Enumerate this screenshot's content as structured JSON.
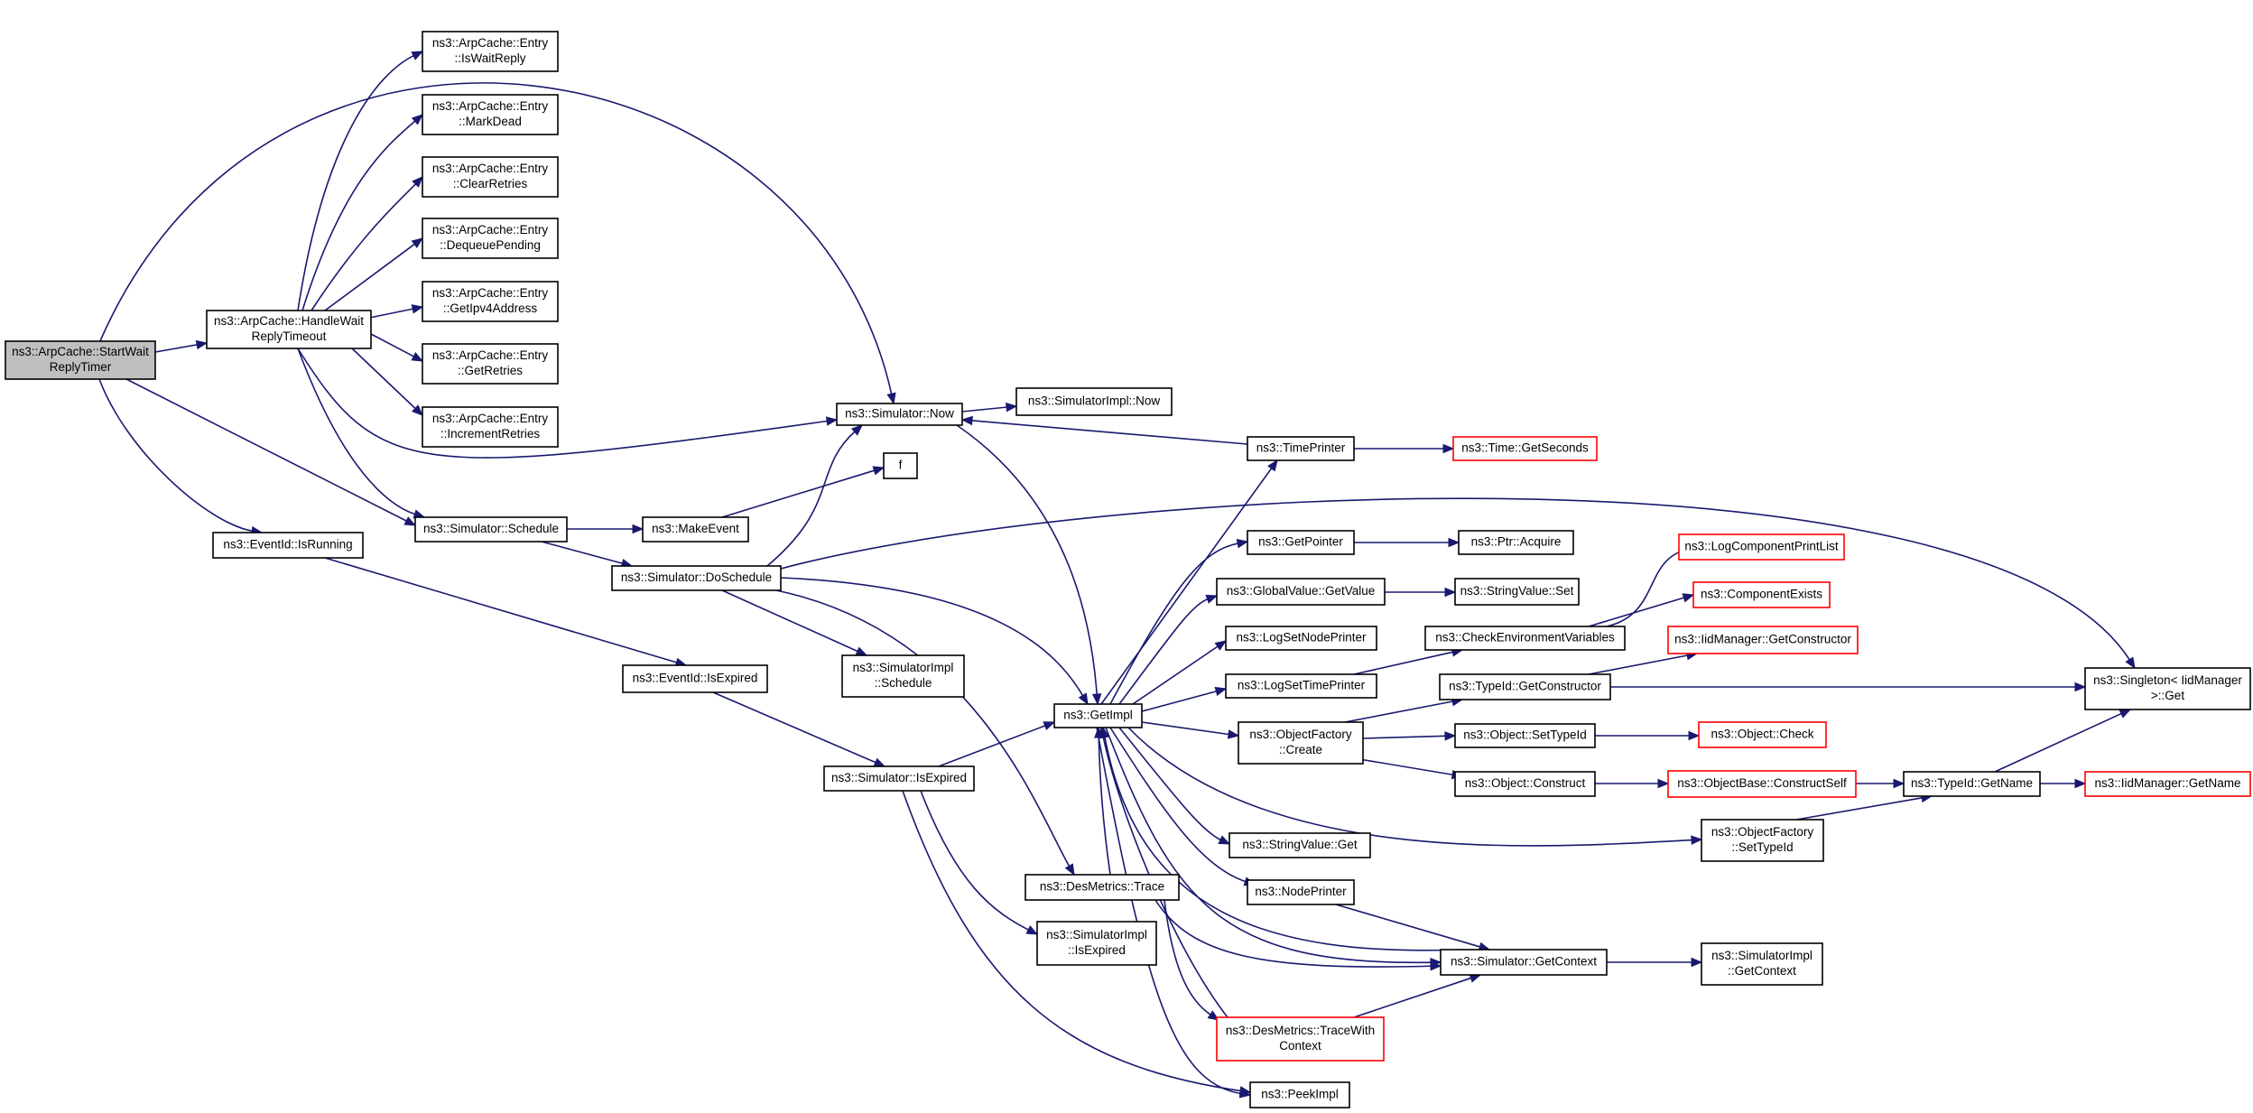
{
  "colors": {
    "edge": "#191970",
    "root_fill": "#bfbfbf",
    "red_border": "#ff0000"
  },
  "nodes": [
    {
      "id": "root",
      "lines": [
        "ns3::ArpCache::StartWait",
        "ReplyTimer"
      ],
      "style": "root"
    },
    {
      "id": "hwrt",
      "lines": [
        "ns3::ArpCache::HandleWait",
        "ReplyTimeout"
      ]
    },
    {
      "id": "iswait",
      "lines": [
        "ns3::ArpCache::Entry",
        "::IsWaitReply"
      ]
    },
    {
      "id": "markdead",
      "lines": [
        "ns3::ArpCache::Entry",
        "::MarkDead"
      ]
    },
    {
      "id": "clearret",
      "lines": [
        "ns3::ArpCache::Entry",
        "::ClearRetries"
      ]
    },
    {
      "id": "dequeue",
      "lines": [
        "ns3::ArpCache::Entry",
        "::DequeuePending"
      ]
    },
    {
      "id": "getipv4",
      "lines": [
        "ns3::ArpCache::Entry",
        "::GetIpv4Address"
      ]
    },
    {
      "id": "getret",
      "lines": [
        "ns3::ArpCache::Entry",
        "::GetRetries"
      ]
    },
    {
      "id": "incret",
      "lines": [
        "ns3::ArpCache::Entry",
        "::IncrementRetries"
      ]
    },
    {
      "id": "simnow",
      "lines": [
        "ns3::Simulator::Now"
      ]
    },
    {
      "id": "implnow",
      "lines": [
        "ns3::SimulatorImpl::Now"
      ]
    },
    {
      "id": "timeprinter",
      "lines": [
        "ns3::TimePrinter"
      ]
    },
    {
      "id": "getseconds",
      "lines": [
        "ns3::Time::GetSeconds"
      ],
      "style": "red"
    },
    {
      "id": "f",
      "lines": [
        "f"
      ]
    },
    {
      "id": "schedule",
      "lines": [
        "ns3::Simulator::Schedule"
      ]
    },
    {
      "id": "makeevent",
      "lines": [
        "ns3::MakeEvent"
      ]
    },
    {
      "id": "doschedule",
      "lines": [
        "ns3::Simulator::DoSchedule"
      ]
    },
    {
      "id": "isrunning",
      "lines": [
        "ns3::EventId::IsRunning"
      ]
    },
    {
      "id": "isexpired_ev",
      "lines": [
        "ns3::EventId::IsExpired"
      ]
    },
    {
      "id": "implschedule",
      "lines": [
        "ns3::SimulatorImpl",
        "::Schedule"
      ]
    },
    {
      "id": "getimpl",
      "lines": [
        "ns3::GetImpl"
      ]
    },
    {
      "id": "simisexpired",
      "lines": [
        "ns3::Simulator::IsExpired"
      ]
    },
    {
      "id": "getpointer",
      "lines": [
        "ns3::GetPointer"
      ]
    },
    {
      "id": "ptracquire",
      "lines": [
        "ns3::Ptr::Acquire"
      ]
    },
    {
      "id": "gvgetvalue",
      "lines": [
        "ns3::GlobalValue::GetValue"
      ]
    },
    {
      "id": "strvalset",
      "lines": [
        "ns3::StringValue::Set"
      ]
    },
    {
      "id": "logsetnode",
      "lines": [
        "ns3::LogSetNodePrinter"
      ]
    },
    {
      "id": "logsettime",
      "lines": [
        "ns3::LogSetTimePrinter"
      ]
    },
    {
      "id": "checkenv",
      "lines": [
        "ns3::CheckEnvironmentVariables"
      ]
    },
    {
      "id": "logcomplist",
      "lines": [
        "ns3::LogComponentPrintList"
      ],
      "style": "red"
    },
    {
      "id": "compexists",
      "lines": [
        "ns3::ComponentExists"
      ],
      "style": "red"
    },
    {
      "id": "iidgetctor",
      "lines": [
        "ns3::IidManager::GetConstructor"
      ],
      "style": "red"
    },
    {
      "id": "typeidgetctor",
      "lines": [
        "ns3::TypeId::GetConstructor"
      ]
    },
    {
      "id": "singleton",
      "lines": [
        "ns3::Singleton< IidManager",
        "&gt;::Get"
      ]
    },
    {
      "id": "objfactcreate",
      "lines": [
        "ns3::ObjectFactory",
        "::Create"
      ]
    },
    {
      "id": "objsettypeid",
      "lines": [
        "ns3::Object::SetTypeId"
      ]
    },
    {
      "id": "objcheck",
      "lines": [
        "ns3::Object::Check"
      ],
      "style": "red"
    },
    {
      "id": "objconstruct",
      "lines": [
        "ns3::Object::Construct"
      ]
    },
    {
      "id": "objbaseconstruct",
      "lines": [
        "ns3::ObjectBase::ConstructSelf"
      ],
      "style": "red"
    },
    {
      "id": "typeidgetname",
      "lines": [
        "ns3::TypeId::GetName"
      ]
    },
    {
      "id": "iidgetname",
      "lines": [
        "ns3::IidManager::GetName"
      ],
      "style": "red"
    },
    {
      "id": "objfactsettypeid",
      "lines": [
        "ns3::ObjectFactory",
        "::SetTypeId"
      ]
    },
    {
      "id": "strvalget",
      "lines": [
        "ns3::StringValue::Get"
      ]
    },
    {
      "id": "nodeprinter",
      "lines": [
        "ns3::NodePrinter"
      ]
    },
    {
      "id": "desmetrics",
      "lines": [
        "ns3::DesMetrics::Trace"
      ]
    },
    {
      "id": "implisexpired",
      "lines": [
        "ns3::SimulatorImpl",
        "::IsExpired"
      ]
    },
    {
      "id": "simgetcontext",
      "lines": [
        "ns3::Simulator::GetContext"
      ]
    },
    {
      "id": "implgetcontext",
      "lines": [
        "ns3::SimulatorImpl",
        "::GetContext"
      ]
    },
    {
      "id": "tracewithctx",
      "lines": [
        "ns3::DesMetrics::TraceWith",
        "Context"
      ],
      "style": "red"
    },
    {
      "id": "peekimpl",
      "lines": [
        "ns3::PeekImpl"
      ]
    }
  ],
  "edges": [
    {
      "from": "root",
      "to": "hwrt"
    },
    {
      "from": "root",
      "to": "simnow"
    },
    {
      "from": "root",
      "to": "schedule"
    },
    {
      "from": "root",
      "to": "isrunning"
    },
    {
      "from": "hwrt",
      "to": "iswait"
    },
    {
      "from": "hwrt",
      "to": "markdead"
    },
    {
      "from": "hwrt",
      "to": "clearret"
    },
    {
      "from": "hwrt",
      "to": "dequeue"
    },
    {
      "from": "hwrt",
      "to": "getipv4"
    },
    {
      "from": "hwrt",
      "to": "getret"
    },
    {
      "from": "hwrt",
      "to": "incret"
    },
    {
      "from": "hwrt",
      "to": "simnow"
    },
    {
      "from": "hwrt",
      "to": "schedule"
    },
    {
      "from": "simnow",
      "to": "implnow"
    },
    {
      "from": "simnow",
      "to": "getimpl"
    },
    {
      "from": "timeprinter",
      "to": "simnow"
    },
    {
      "from": "timeprinter",
      "to": "getseconds"
    },
    {
      "from": "schedule",
      "to": "makeevent"
    },
    {
      "from": "schedule",
      "to": "doschedule"
    },
    {
      "from": "makeevent",
      "to": "f"
    },
    {
      "from": "doschedule",
      "to": "simnow"
    },
    {
      "from": "doschedule",
      "to": "singleton"
    },
    {
      "from": "doschedule",
      "to": "implschedule"
    },
    {
      "from": "doschedule",
      "to": "getimpl"
    },
    {
      "from": "doschedule",
      "to": "desmetrics"
    },
    {
      "from": "isrunning",
      "to": "isexpired_ev"
    },
    {
      "from": "isexpired_ev",
      "to": "simisexpired"
    },
    {
      "from": "simisexpired",
      "to": "getimpl"
    },
    {
      "from": "simisexpired",
      "to": "implisexpired"
    },
    {
      "from": "simisexpired",
      "to": "peekimpl"
    },
    {
      "from": "getimpl",
      "to": "timeprinter"
    },
    {
      "from": "getimpl",
      "to": "getpointer"
    },
    {
      "from": "getimpl",
      "to": "gvgetvalue"
    },
    {
      "from": "getimpl",
      "to": "logsetnode"
    },
    {
      "from": "getimpl",
      "to": "logsettime"
    },
    {
      "from": "getimpl",
      "to": "objfactcreate"
    },
    {
      "from": "getimpl",
      "to": "objfactsettypeid"
    },
    {
      "from": "getimpl",
      "to": "strvalget"
    },
    {
      "from": "getimpl",
      "to": "nodeprinter"
    },
    {
      "from": "getimpl",
      "to": "simgetcontext"
    },
    {
      "from": "getimpl",
      "to": "peekimpl"
    },
    {
      "from": "getpointer",
      "to": "ptracquire"
    },
    {
      "from": "gvgetvalue",
      "to": "strvalset"
    },
    {
      "from": "logsettime",
      "to": "checkenv"
    },
    {
      "from": "checkenv",
      "to": "logcomplist"
    },
    {
      "from": "checkenv",
      "to": "compexists"
    },
    {
      "from": "objfactcreate",
      "to": "typeidgetctor"
    },
    {
      "from": "objfactcreate",
      "to": "objsettypeid"
    },
    {
      "from": "objfactcreate",
      "to": "objconstruct"
    },
    {
      "from": "typeidgetctor",
      "to": "iidgetctor"
    },
    {
      "from": "typeidgetctor",
      "to": "singleton"
    },
    {
      "from": "objsettypeid",
      "to": "objcheck"
    },
    {
      "from": "objconstruct",
      "to": "objbaseconstruct"
    },
    {
      "from": "objbaseconstruct",
      "to": "typeidgetname"
    },
    {
      "from": "typeidgetname",
      "to": "singleton"
    },
    {
      "from": "typeidgetname",
      "to": "iidgetname"
    },
    {
      "from": "objfactsettypeid",
      "to": "typeidgetname"
    },
    {
      "from": "nodeprinter",
      "to": "simgetcontext"
    },
    {
      "from": "desmetrics",
      "to": "getimpl"
    },
    {
      "from": "desmetrics",
      "to": "simgetcontext"
    },
    {
      "from": "desmetrics",
      "to": "tracewithctx"
    },
    {
      "from": "tracewithctx",
      "to": "getimpl"
    },
    {
      "from": "tracewithctx",
      "to": "simgetcontext"
    },
    {
      "from": "simgetcontext",
      "to": "getimpl"
    },
    {
      "from": "simgetcontext",
      "to": "implgetcontext"
    }
  ]
}
